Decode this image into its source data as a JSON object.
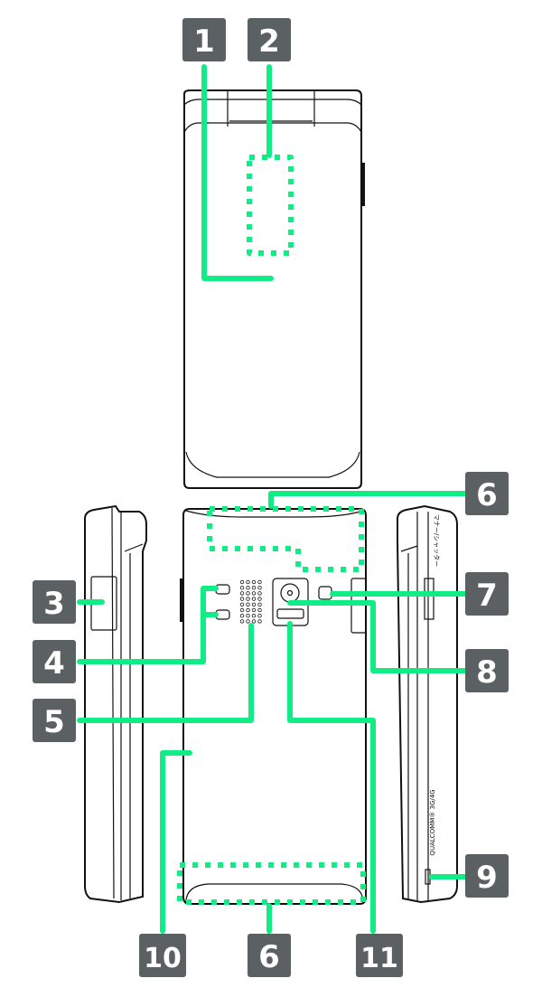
{
  "labels": {
    "l1": "1",
    "l2": "2",
    "l3": "3",
    "l4": "4",
    "l5": "5",
    "l6_top": "6",
    "l7": "7",
    "l8": "8",
    "l9": "9",
    "l10": "10",
    "l6_bottom": "6",
    "l11": "11"
  },
  "side_text": {
    "manner_shutter": "マナー/シャッター",
    "qualcomm": "QUALCOMM® 3G/4G"
  },
  "colors": {
    "callout": "#12ec86",
    "label_bg": "#5b6062"
  }
}
